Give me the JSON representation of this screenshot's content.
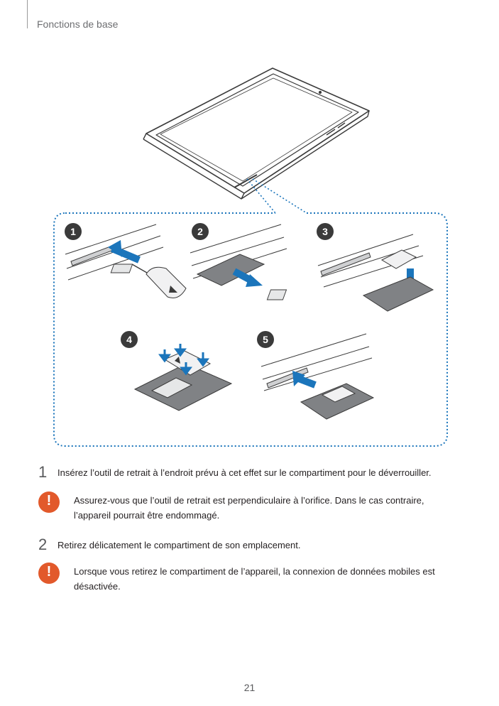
{
  "header": {
    "section_title": "Fonctions de base"
  },
  "figure": {
    "callouts": [
      "1",
      "2",
      "3",
      "4",
      "5"
    ],
    "accent_color": "#1b75bb",
    "dotted_border_color": "#1b75bb"
  },
  "steps": [
    {
      "number": "1",
      "text": "Insérez l’outil de retrait à l’endroit prévu à cet effet sur le compartiment pour le déverrouiller."
    },
    {
      "number": "2",
      "text": "Retirez délicatement le compartiment de son emplacement."
    }
  ],
  "cautions": [
    {
      "icon": "caution-icon",
      "symbol": "!",
      "text": "Assurez-vous que l’outil de retrait est perpendiculaire à l’orifice. Dans le cas contraire, l’appareil pourrait être endommagé."
    },
    {
      "icon": "caution-icon",
      "symbol": "!",
      "text": "Lorsque vous retirez le compartiment de l’appareil, la connexion de données mobiles est désactivée."
    }
  ],
  "caution_color": "#e2592b",
  "page_number": "21"
}
